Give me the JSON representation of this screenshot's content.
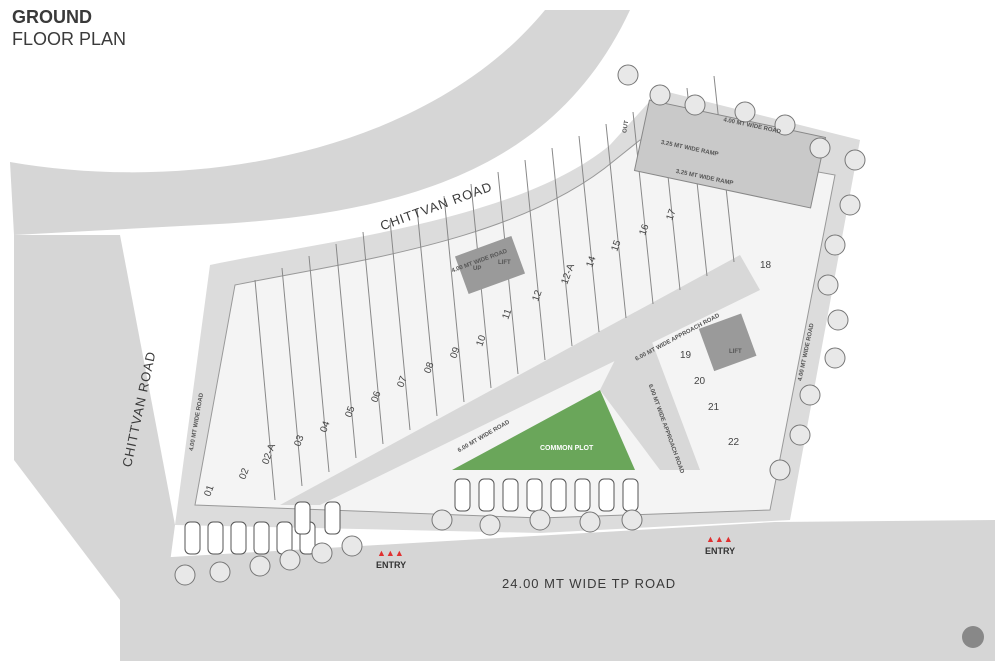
{
  "heading": {
    "line1": "GROUND",
    "line2": "FLOOR PLAN"
  },
  "roads": {
    "chittvan_top": "CHITTVAN ROAD",
    "chittvan_left": "CHITTVAN ROAD",
    "tp_road": "24.00 MT WIDE TP ROAD"
  },
  "internal_labels": {
    "wide_road_left": "4.00 MT WIDE ROAD",
    "wide_road_top": "4.00 MT WIDE ROAD",
    "wide_road_right": "4.00 MT WIDE ROAD",
    "wide_road_ne": "4.00 MT WIDE ROAD",
    "road_6m": "6.00 MT WIDE ROAD",
    "approach_1": "6.00 MT WIDE APPROACH ROAD",
    "approach_2": "6.00 MT WIDE APPROACH ROAD",
    "ramp_1": "3.25 MT WIDE RAMP",
    "ramp_2": "3.25 MT WIDE RAMP",
    "out": "OUT",
    "up": "UP",
    "lift": "LIFT",
    "common_plot": "COMMON PLOT"
  },
  "entries": [
    "ENTRY",
    "ENTRY"
  ],
  "shops": [
    "01",
    "02",
    "02-A",
    "03",
    "04",
    "05",
    "06",
    "07",
    "08",
    "09",
    "10",
    "11",
    "12",
    "12-A",
    "14",
    "15",
    "16",
    "17",
    "18",
    "19",
    "20",
    "21",
    "22"
  ],
  "colors": {
    "road": "#d6d6d6",
    "site": "#f2f2f2",
    "common_plot": "#6aa65a",
    "core": "#9a9a9a",
    "entry_arrow": "#e03030"
  }
}
